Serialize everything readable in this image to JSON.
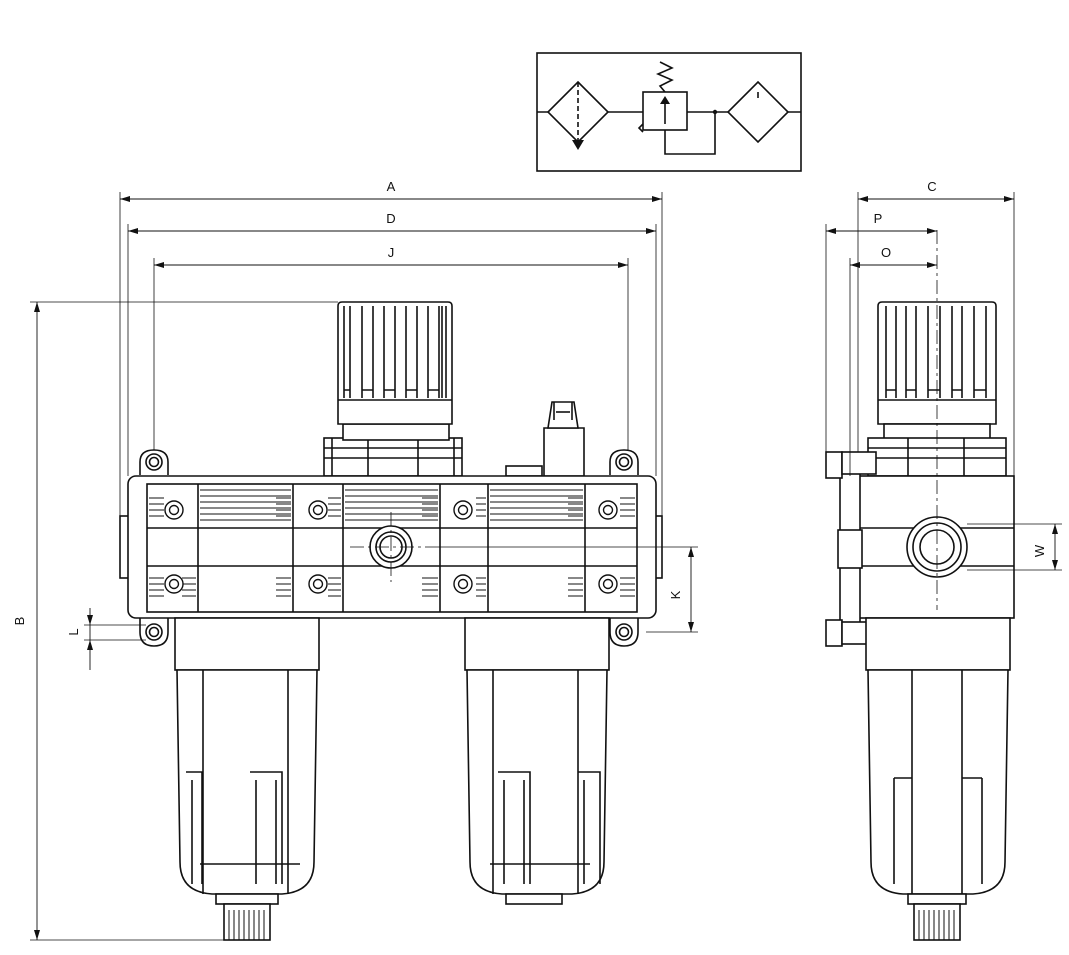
{
  "dimension_labels": {
    "A": "A",
    "B": "B",
    "C": "C",
    "D": "D",
    "J": "J",
    "K": "K",
    "L": "L",
    "O": "O",
    "P": "P",
    "W": "W"
  }
}
